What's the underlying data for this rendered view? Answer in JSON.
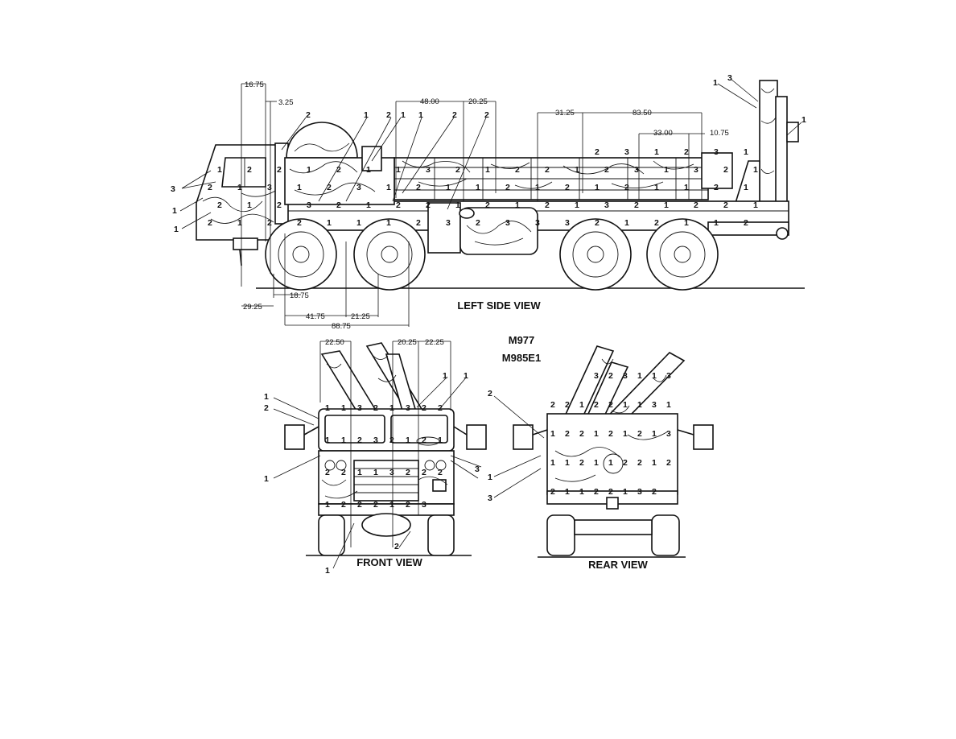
{
  "views": {
    "left_side": "LEFT SIDE VIEW",
    "front": "FRONT VIEW",
    "rear": "REAR VIEW"
  },
  "models": [
    "M977",
    "M985E1"
  ],
  "dimensions": {
    "side": [
      "16.75",
      "3.25",
      "48.00",
      "20.25",
      "31.25",
      "83.50",
      "33.00",
      "10.75",
      "18.75",
      "29.25",
      "41.75",
      "21.25",
      "88.75"
    ],
    "front": [
      "22.50",
      "20.25",
      "22.25"
    ]
  },
  "zones": {
    "side": [
      "1",
      "1",
      "3",
      "2",
      "1",
      "2",
      "1",
      "1",
      "2",
      "2",
      "1",
      "3",
      "1",
      "2",
      "3",
      "1",
      "2",
      "3",
      "1",
      "1",
      "2",
      "2",
      "1",
      "2",
      "1",
      "1",
      "3",
      "2",
      "1",
      "2",
      "2",
      "1",
      "2",
      "3",
      "1",
      "3",
      "2",
      "1",
      "2",
      "1",
      "3",
      "1",
      "2",
      "3",
      "1",
      "2",
      "1",
      "1",
      "2",
      "1",
      "2",
      "1",
      "2",
      "1",
      "1",
      "2",
      "1",
      "2",
      "1",
      "2",
      "3",
      "2",
      "1",
      "2",
      "2",
      "1",
      "2",
      "1",
      "2",
      "1",
      "3",
      "2",
      "1",
      "2",
      "2",
      "1",
      "2",
      "1",
      "2",
      "2",
      "1",
      "1",
      "1",
      "2",
      "3",
      "2",
      "3",
      "3",
      "3",
      "2",
      "1",
      "2",
      "1",
      "1",
      "2"
    ],
    "front": [
      "1",
      "2",
      "1",
      "1",
      "1",
      "3",
      "1",
      "2",
      "1",
      "1",
      "3",
      "2",
      "1",
      "3",
      "2",
      "2",
      "1",
      "1",
      "2",
      "3",
      "2",
      "1",
      "2",
      "1",
      "2",
      "2",
      "1",
      "1",
      "3",
      "2",
      "2",
      "2",
      "1",
      "2",
      "2",
      "2",
      "1",
      "2",
      "3"
    ],
    "rear": [
      "2",
      "1",
      "3",
      "3",
      "2",
      "3",
      "1",
      "1",
      "3",
      "2",
      "2",
      "1",
      "2",
      "2",
      "1",
      "1",
      "3",
      "1",
      "1",
      "2",
      "2",
      "1",
      "2",
      "1",
      "2",
      "1",
      "3",
      "1",
      "1",
      "2",
      "1",
      "1",
      "2",
      "2",
      "1",
      "2",
      "2",
      "1",
      "1",
      "2",
      "2",
      "1",
      "3",
      "2"
    ]
  }
}
